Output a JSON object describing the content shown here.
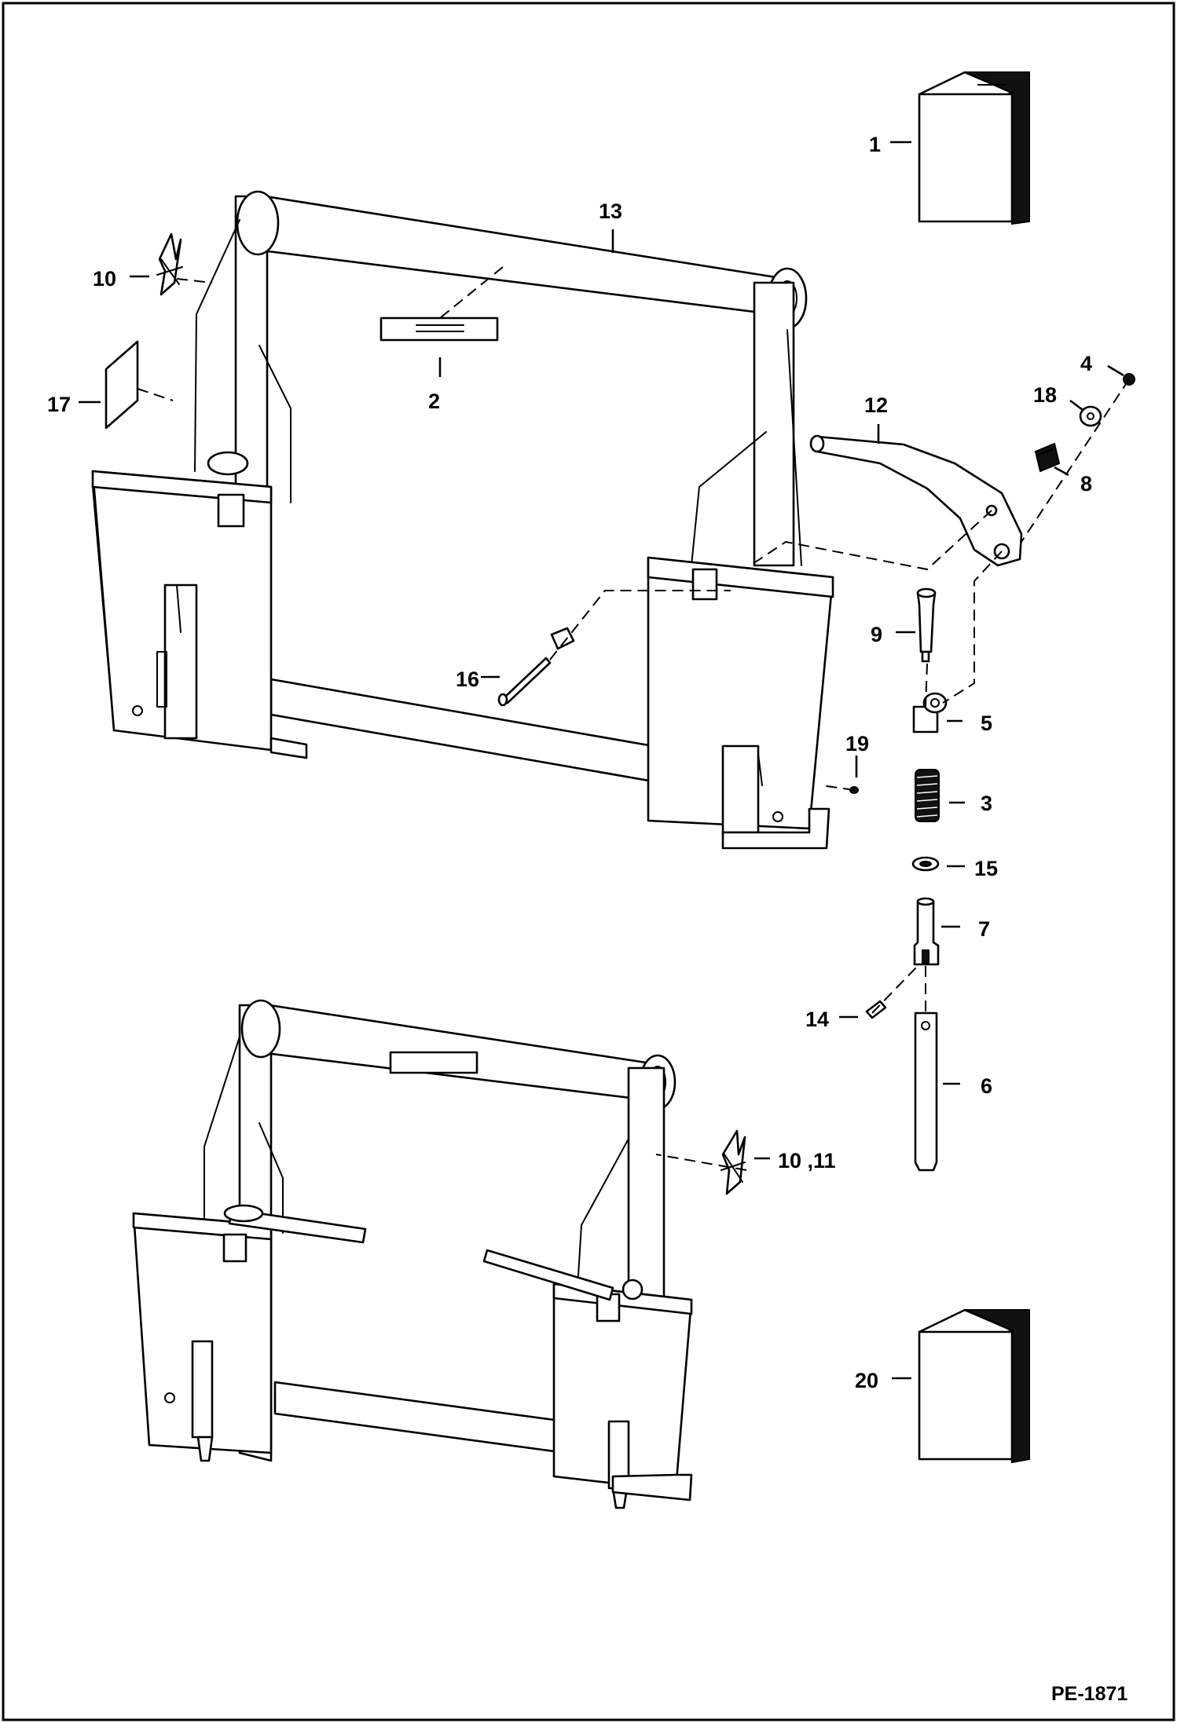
{
  "drawing": {
    "reference_number": "PE-1871"
  },
  "callouts": {
    "c1": "1",
    "c2": "2",
    "c3": "3",
    "c4": "4",
    "c5": "5",
    "c6": "6",
    "c7": "7",
    "c8": "8",
    "c9": "9",
    "c10": "10",
    "c10_11": "10 ,11",
    "c12": "12",
    "c13": "13",
    "c14": "14",
    "c15": "15",
    "c16": "16",
    "c17": "17",
    "c18": "18",
    "c19": "19",
    "c20": "20"
  }
}
